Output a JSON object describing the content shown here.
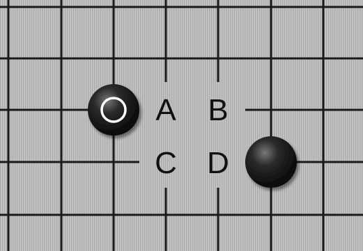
{
  "board": {
    "background_color": "#b9b9b9",
    "line_color": "#1a1a1a"
  },
  "stones": [
    {
      "name": "black-stone-last-move",
      "color": "black",
      "last_move_marker": true,
      "col": 2,
      "row": 2
    },
    {
      "name": "black-stone",
      "color": "black",
      "last_move_marker": false,
      "col": 5,
      "row": 3
    }
  ],
  "labels": {
    "a": "A",
    "b": "B",
    "c": "C",
    "d": "D"
  }
}
